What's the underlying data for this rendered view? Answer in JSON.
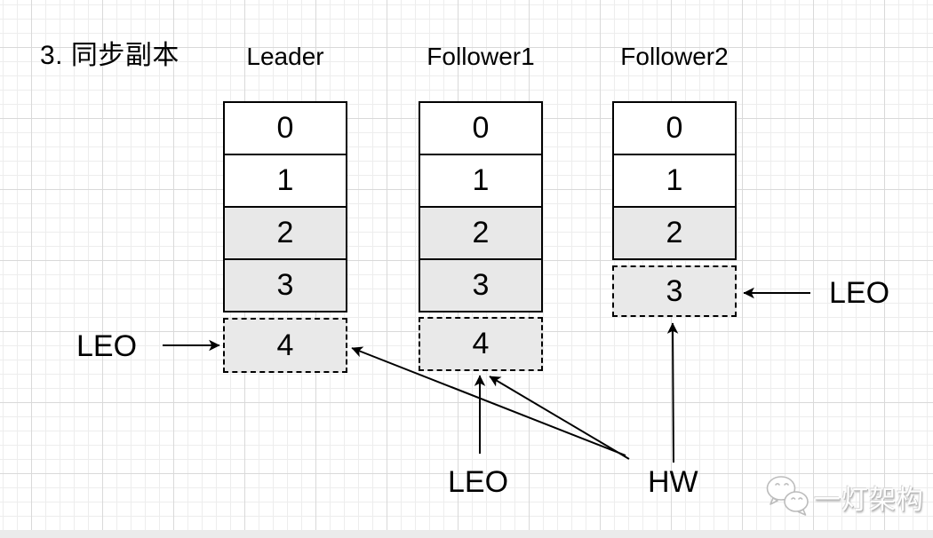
{
  "title": "3. 同步副本",
  "columns": [
    {
      "name": "Leader",
      "cells": [
        {
          "label": "0",
          "shaded": false
        },
        {
          "label": "1",
          "shaded": false
        },
        {
          "label": "2",
          "shaded": true
        },
        {
          "label": "3",
          "shaded": true
        }
      ],
      "pending": {
        "label": "4",
        "style": "dashed"
      }
    },
    {
      "name": "Follower1",
      "cells": [
        {
          "label": "0",
          "shaded": false
        },
        {
          "label": "1",
          "shaded": false
        },
        {
          "label": "2",
          "shaded": true
        },
        {
          "label": "3",
          "shaded": true
        }
      ],
      "pending": {
        "label": "4",
        "style": "dashed"
      }
    },
    {
      "name": "Follower2",
      "cells": [
        {
          "label": "0",
          "shaded": false
        },
        {
          "label": "1",
          "shaded": false
        },
        {
          "label": "2",
          "shaded": true
        }
      ],
      "pending": {
        "label": "3",
        "style": "dashed"
      }
    }
  ],
  "annotations": {
    "leo_leader": "LEO",
    "leo_follower1": "LEO",
    "leo_follower2": "LEO",
    "hw": "HW"
  },
  "watermark": {
    "text": "一灯架构",
    "icon": "wechat-chat-bubbles-icon"
  },
  "colors": {
    "cell_white": "#ffffff",
    "cell_shaded": "#e8e8e8",
    "pending_fill": "#e9e9e9",
    "line": "#000000",
    "grid_minor": "#ededed",
    "grid_major": "#d9d9d9"
  }
}
